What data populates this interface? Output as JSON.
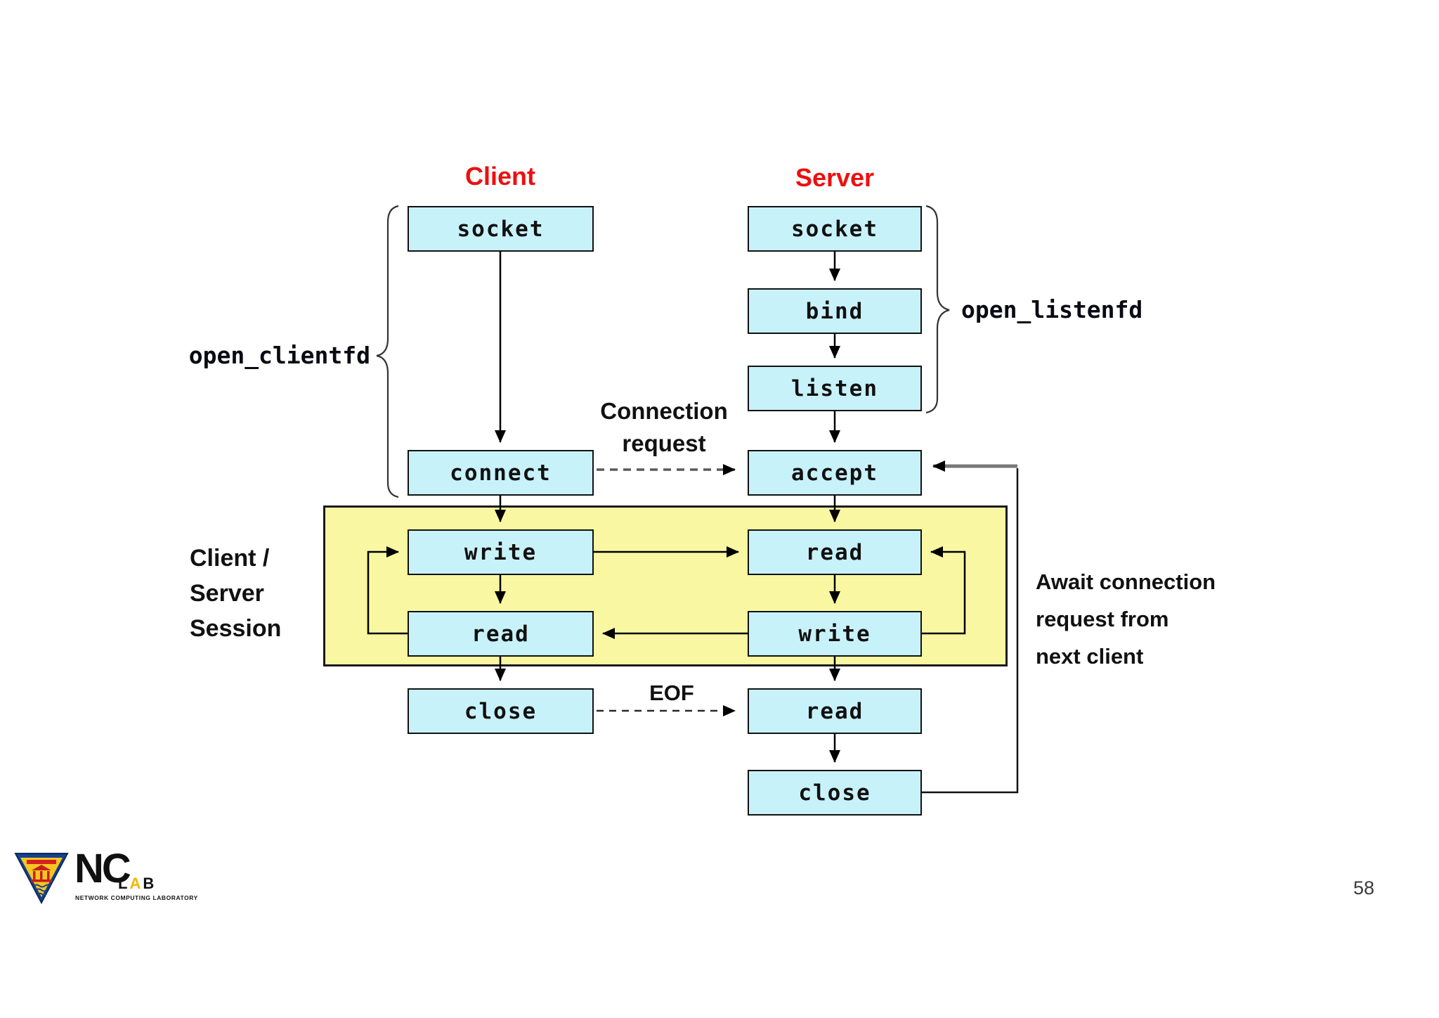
{
  "headers": {
    "client": "Client",
    "server": "Server"
  },
  "client_flow": {
    "socket": "socket",
    "connect": "connect",
    "write": "write",
    "read": "read",
    "close": "close"
  },
  "server_flow": {
    "socket": "socket",
    "bind": "bind",
    "listen": "listen",
    "accept": "accept",
    "read": "read",
    "write": "write",
    "read2": "read",
    "close": "close"
  },
  "annotations": {
    "open_clientfd": "open_clientfd",
    "open_listenfd": "open_listenfd",
    "connection_request_line1": "Connection",
    "connection_request_line2": "request",
    "eof": "EOF",
    "session_line1": "Client /",
    "session_line2": "Server",
    "session_line3": "Session",
    "await_line1": "Await connection",
    "await_line2": "request from",
    "await_line3": "next client"
  },
  "footer": {
    "page_number": "58",
    "logo_nc": "NC",
    "logo_l": "L",
    "logo_a": "A",
    "logo_b": "B",
    "logo_subtitle": "NETWORK COMPUTING LABORATORY"
  },
  "colors": {
    "box_fill": "#c8f2fa",
    "session_fill": "#f9f7a1",
    "header_red": "#ee0f0f"
  }
}
